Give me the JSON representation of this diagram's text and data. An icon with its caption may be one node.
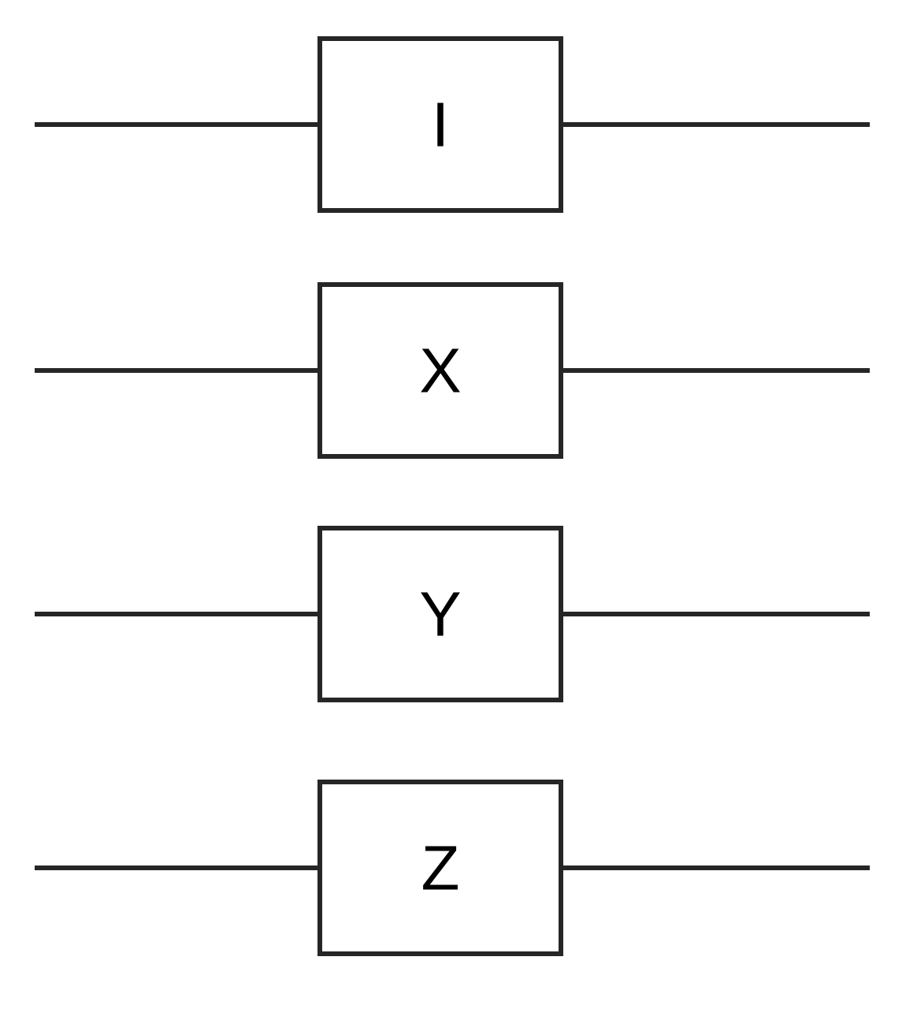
{
  "diagram": {
    "nodes": [
      {
        "text": [
          "I"
        ]
      },
      {
        "text": [
          "X"
        ]
      },
      {
        "text": [
          "Y"
        ]
      },
      {
        "text": [
          "Z"
        ]
      }
    ],
    "edges": [
      {
        "from": null,
        "to": 0,
        "arrow": "none"
      },
      {
        "from": 0,
        "to": null,
        "arrow": "none"
      },
      {
        "from": null,
        "to": 1,
        "arrow": "none"
      },
      {
        "from": 1,
        "to": null,
        "arrow": "none"
      },
      {
        "from": null,
        "to": 2,
        "arrow": "none"
      },
      {
        "from": 2,
        "to": null,
        "arrow": "none"
      },
      {
        "from": null,
        "to": 3,
        "arrow": "none"
      },
      {
        "from": 3,
        "to": null,
        "arrow": "none"
      }
    ]
  }
}
